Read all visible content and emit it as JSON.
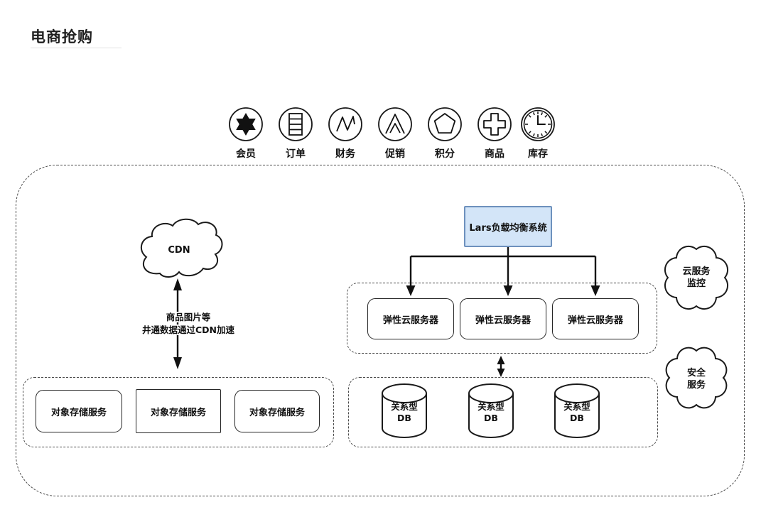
{
  "page": {
    "title": "电商抢购"
  },
  "legend": {
    "items": [
      {
        "label": "会员",
        "icon": "star"
      },
      {
        "label": "订单",
        "icon": "list"
      },
      {
        "label": "财务",
        "icon": "zigzag-chart"
      },
      {
        "label": "促销",
        "icon": "mountain-peak"
      },
      {
        "label": "积分",
        "icon": "pentagon"
      },
      {
        "label": "商品",
        "icon": "plus"
      },
      {
        "label": "库存",
        "icon": "clock"
      }
    ]
  },
  "diagram": {
    "cdn": {
      "label": "CDN",
      "note_line1": "商品图片等",
      "note_line2": "井通数据通过CDN加速"
    },
    "load_balancer": {
      "label": "Lars负载均衡系统",
      "fill": "#d3e5f8",
      "border": "#6e91bd"
    },
    "servers": {
      "items": [
        "弹性云服务器",
        "弹性云服务器",
        "弹性云服务器"
      ]
    },
    "storage": {
      "items": [
        "对象存储服务",
        "对象存储服务",
        "对象存储服务"
      ]
    },
    "databases": {
      "items": [
        {
          "line1": "关系型",
          "line2": "DB"
        },
        {
          "line1": "关系型",
          "line2": "DB"
        },
        {
          "line1": "关系型",
          "line2": "DB"
        }
      ]
    },
    "side_clouds": {
      "monitoring": {
        "line1": "云服务",
        "line2": "监控"
      },
      "security": {
        "line1": "安全",
        "line2": "服务"
      }
    }
  }
}
